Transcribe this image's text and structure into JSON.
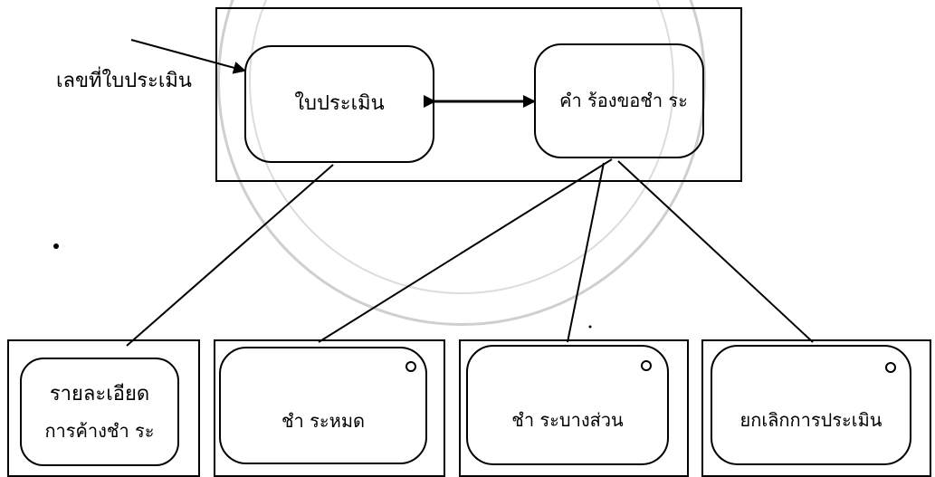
{
  "diagram": {
    "input_label": "เลขที่ใบประเมิน",
    "assessment_label": "ใบประเมิน",
    "payment_request_label": "คำ ร้องขอชำ ระ",
    "outstanding_detail_line1": "รายละเอียด",
    "outstanding_detail_line2": "การค้างชำ ระ",
    "full_payment_label": "ชำ ระหมด",
    "partial_payment_label": "ชำ ระบางส่วน",
    "cancel_assessment_label": "ยกเลิกการประเมิน"
  },
  "colors": {
    "stroke": "#000000",
    "background": "#ffffff",
    "watermark": "#cfcfcf"
  }
}
